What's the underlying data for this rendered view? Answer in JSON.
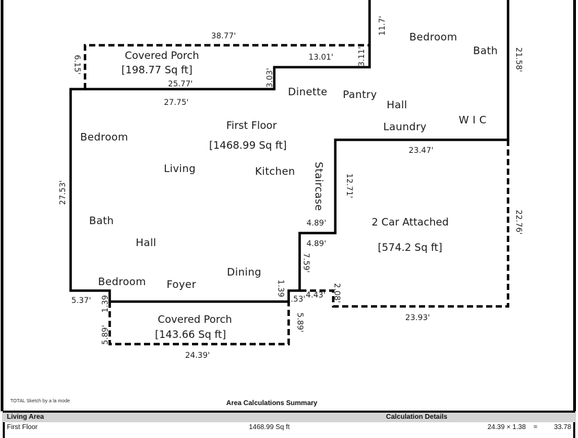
{
  "sketch": {
    "rooms": {
      "bedroom_ne": "Bedroom",
      "bath_ne": "Bath",
      "dinette": "Dinette",
      "pantry": "Pantry",
      "hall_n": "Hall",
      "laundry": "Laundry",
      "wic": "W I C",
      "bedroom_w": "Bedroom",
      "living": "Living",
      "kitchen": "Kitchen",
      "staircase": "Staircase",
      "bath_w": "Bath",
      "hall_s": "Hall",
      "bedroom_sw": "Bedroom",
      "foyer": "Foyer",
      "dining": "Dining"
    },
    "areas": {
      "covered_porch_top": {
        "name": "Covered Porch",
        "sqft": "[198.77 Sq ft]"
      },
      "first_floor": {
        "name": "First Floor",
        "sqft": "[1468.99 Sq ft]"
      },
      "garage": {
        "name": "2 Car Attached",
        "sqft": "[574.2 Sq ft]"
      },
      "covered_porch_bottom": {
        "name": "Covered Porch",
        "sqft": "[143.66 Sq ft]"
      }
    },
    "dimensions": {
      "d_38_77": "38.77'",
      "d_11_7": "11.7'",
      "d_6_15": "6.15'",
      "d_13_01": "13.01'",
      "d_3_11": "3.11'",
      "d_3_03": "3.03'",
      "d_25_77": "25.77'",
      "d_27_75": "27.75'",
      "d_21_58": "21.58'",
      "d_23_47": "23.47'",
      "d_27_53": "27.53'",
      "d_12_71": "12.71'",
      "d_4_89_a": "4.89'",
      "d_4_89_b": "4.89'",
      "d_22_76": "22.76'",
      "d_7_59": "7.59'",
      "d_1_39_r": "1.39",
      "d_0_53": ".53'",
      "d_4_43": "4.43'",
      "d_2_08": "2.08'",
      "d_5_37": "5.37'",
      "d_1_39_l": "1.39",
      "d_5_89_l": "5.89'",
      "d_5_89_r": "5.89'",
      "d_23_93": "23.93'",
      "d_24_39": "24.39'"
    }
  },
  "footer": {
    "credit": "TOTAL Sketch by a la mode",
    "title": "Area Calculations Summary"
  },
  "table": {
    "headers": {
      "section": "Living Area",
      "details": "Calculation Details"
    },
    "rows": [
      {
        "name": "First Floor",
        "area": "1468.99 Sq ft",
        "calc": "24.39 × 1.38",
        "eq": "=",
        "result": "33.78"
      }
    ]
  }
}
